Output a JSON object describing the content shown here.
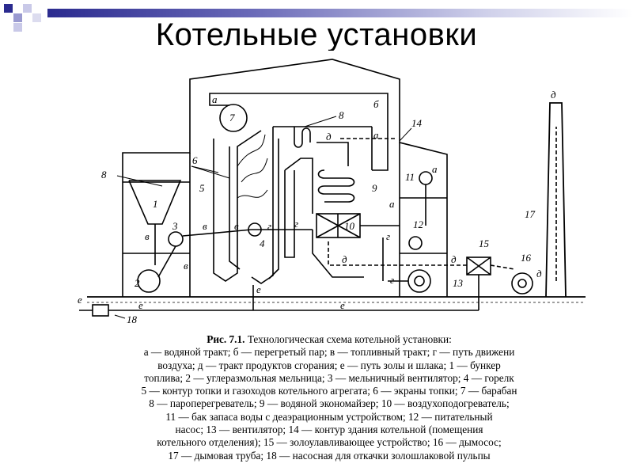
{
  "slide": {
    "title": "Котельные установки"
  },
  "diagram": {
    "labels": {
      "a1": "а",
      "b": "б",
      "v1": "в",
      "v2": "в",
      "v3": "в",
      "v4": "в",
      "g1": "г",
      "g2": "г",
      "g3": "г",
      "g4": "г",
      "d1": "д",
      "d2": "д",
      "d3": "д",
      "d4": "д",
      "d5": "д",
      "e1": "е",
      "e2": "е",
      "e3": "е",
      "e4": "е",
      "a2": "а",
      "a3": "а",
      "a4": "а"
    },
    "numbers": {
      "n1": "1",
      "n2": "2",
      "n3": "3",
      "n4": "4",
      "n5": "5",
      "n6": "6",
      "n7": "7",
      "n8a": "8",
      "n8b": "8",
      "n9": "9",
      "n10": "10",
      "n11": "11",
      "n12": "12",
      "n13": "13",
      "n14": "14",
      "n15": "15",
      "n16": "16",
      "n17": "17",
      "n18": "18"
    }
  },
  "caption": {
    "fig_label": "Рис. 7.1.",
    "lines": [
      "Технологическая схема котельной установки:",
      "а — водяной тракт; б — перегретый пар; в — топливный тракт; г — путь движени",
      "воздуха; д — тракт продуктов сгорания; е — путь золы и шлака; 1 — бункер",
      "топлива; 2 — углеразмольная мельница; 3 — мельничный вентилятор; 4 — горелк",
      "5 — контур топки и газоходов котельного агрегата; 6 — экраны топки; 7 — барабан",
      "8 — пароперегреватель; 9 — водяной экономайзер; 10 — воздухоподогреватель;",
      "11 — бак запаса воды с деаэрационным устройством; 12 — питательный",
      "насос; 13 — вентилятор; 14 — контур здания котельной (помещения",
      "котельного отделения); 15 — золоулавливающее устройство; 16 — дымосос;",
      "17 — дымовая труба; 18 — насосная для откачки золошлаковой пульпы"
    ]
  }
}
